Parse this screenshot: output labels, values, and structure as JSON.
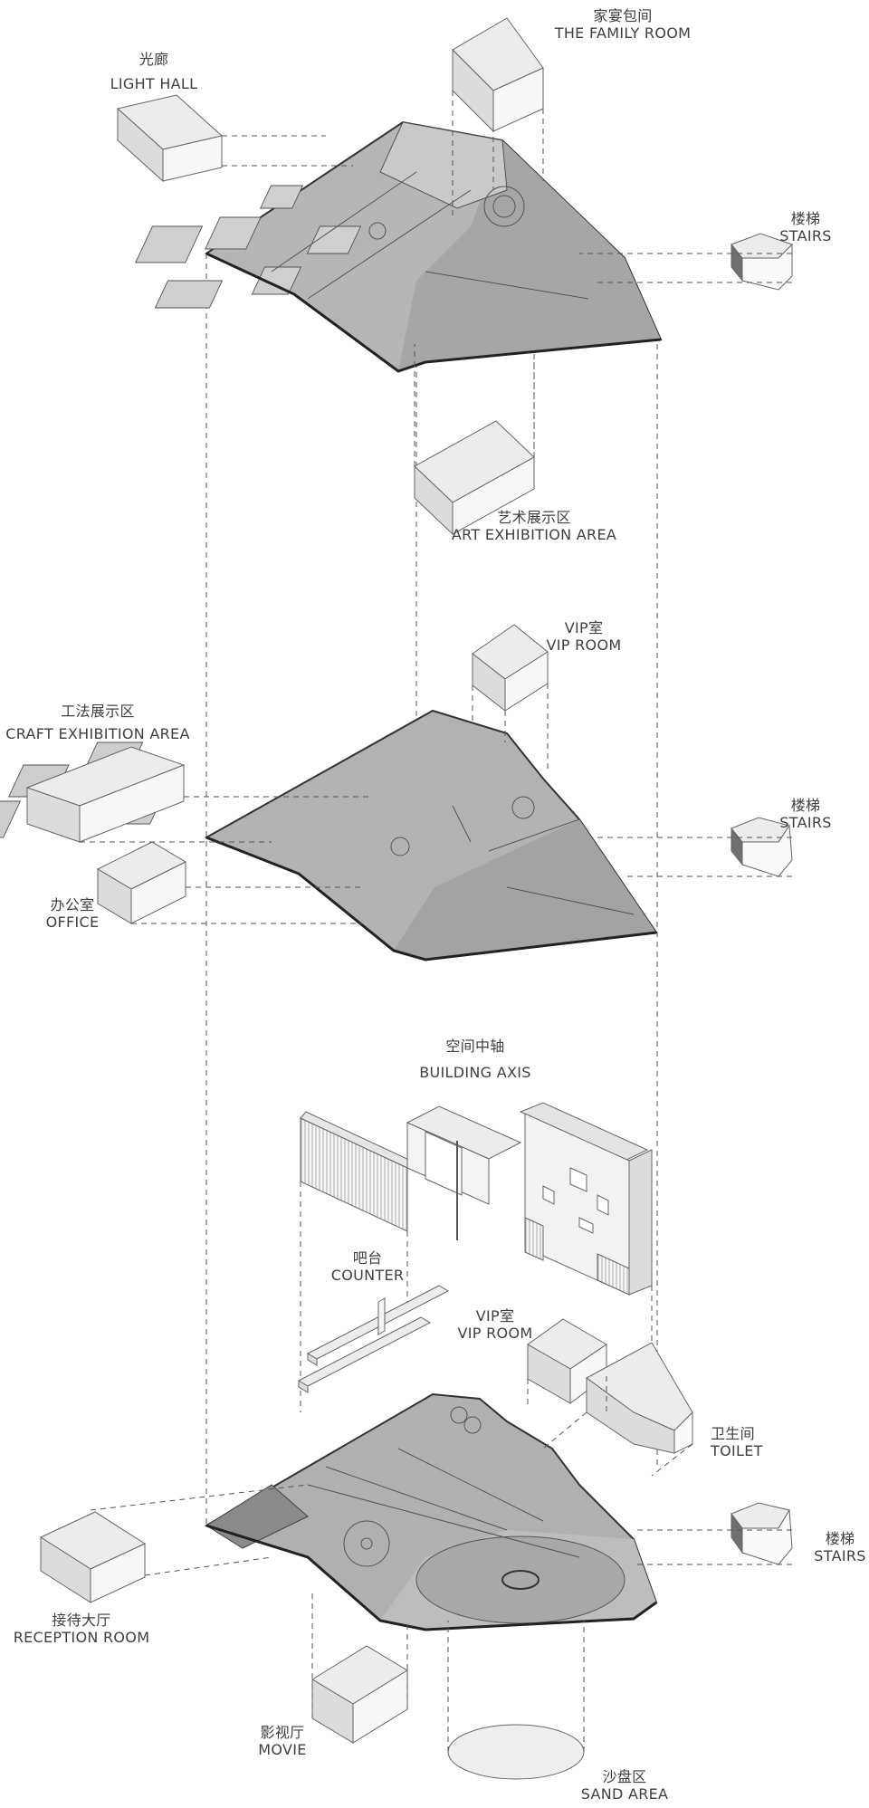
{
  "labels": {
    "light_hall": {
      "cn": "光廊",
      "en": "LIGHT HALL"
    },
    "family_room": {
      "cn": "家宴包间",
      "en": "THE FAMILY ROOM"
    },
    "stairs_top": {
      "cn": "楼梯",
      "en": "STAIRS"
    },
    "art_exhibition": {
      "cn": "艺术展示区",
      "en": "ART EXHIBITION AREA"
    },
    "vip_mid": {
      "cn": "VIP室",
      "en": "VIP ROOM"
    },
    "craft_exhibition": {
      "cn": "工法展示区",
      "en": "CRAFT EXHIBITION AREA"
    },
    "stairs_mid": {
      "cn": "楼梯",
      "en": "STAIRS"
    },
    "office": {
      "cn": "办公室",
      "en": "OFFICE"
    },
    "building_axis": {
      "cn": "空间中轴",
      "en": "BUILDING AXIS"
    },
    "counter": {
      "cn": "吧台",
      "en": "COUNTER"
    },
    "vip_low": {
      "cn": "VIP室",
      "en": "VIP ROOM"
    },
    "toilet": {
      "cn": "卫生间",
      "en": "TOILET"
    },
    "stairs_low": {
      "cn": "楼梯",
      "en": "STAIRS"
    },
    "reception": {
      "cn": "接待大厅",
      "en": "RECEPTION ROOM"
    },
    "movie": {
      "cn": "影视厅",
      "en": "MOVIE"
    },
    "sand_area": {
      "cn": "沙盘区",
      "en": "SAND AREA"
    }
  },
  "colors": {
    "floor": "#a9a9a9",
    "floor_light": "#c4c4c4",
    "box_top": "#ececec",
    "box_left": "#dedede",
    "box_right": "#f7f7f7",
    "line": "#444444"
  }
}
